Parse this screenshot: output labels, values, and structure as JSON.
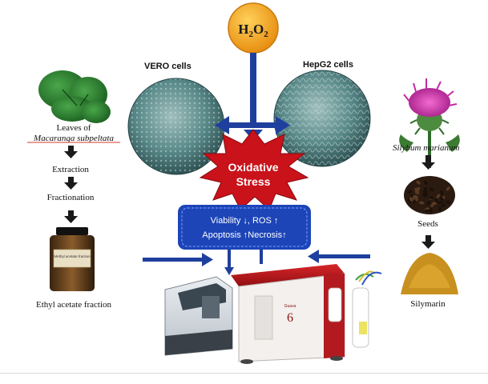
{
  "top": {
    "h2o2_main": "H",
    "h2o2_sub1": "2",
    "h2o2_mid": "O",
    "h2o2_sub2": "2"
  },
  "cells": {
    "vero": "VERO cells",
    "hepg2": "HepG2 cells"
  },
  "left": {
    "leaves_line1": "Leaves of",
    "leaves_line2": "Macaranga subpeltata",
    "step1": "Extraction",
    "step2": "Fractionation",
    "product": "Ethyl acetate fraction",
    "jar_label": "Methyl acetate fraction"
  },
  "center": {
    "stress_line1": "Oxidative",
    "stress_line2": "Stress",
    "assay_line1": "Viability ↓, ROS ↑",
    "assay_line2": "Apoptosis ↑Necrosis↑"
  },
  "right": {
    "plant": "Silybum marianum",
    "seeds": "Seeds",
    "product": "Silymarin"
  },
  "instrument": {
    "brand": "Guava",
    "model": "6"
  },
  "colors": {
    "arrow_blue": "#1f3f9e",
    "assay_box": "#1d45b8",
    "stress_red": "#c9121a",
    "h2o2_orange": "#f2a21c",
    "cell_teal": "#3f6e70"
  }
}
